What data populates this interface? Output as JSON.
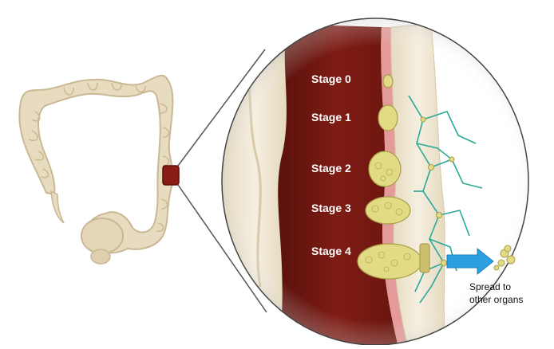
{
  "stages": [
    {
      "label": "Stage 0"
    },
    {
      "label": "Stage 1"
    },
    {
      "label": "Stage 2"
    },
    {
      "label": "Stage 3"
    },
    {
      "label": "Stage 4"
    }
  ],
  "spread": {
    "line1": "Spread to",
    "line2": "other organs"
  },
  "colors": {
    "colon": "#e8dcc0",
    "colon_shade": "#d2c3a0",
    "lumen": "#7e1c14",
    "lumen_dark": "#5a110c",
    "mucosa": "#e39a98",
    "wall": "#efe6d0",
    "tumor": "#e3da86",
    "vessel": "#2aa898",
    "arrow": "#2b9fe0"
  },
  "icons": {
    "arrow": "arrow-right-icon"
  }
}
